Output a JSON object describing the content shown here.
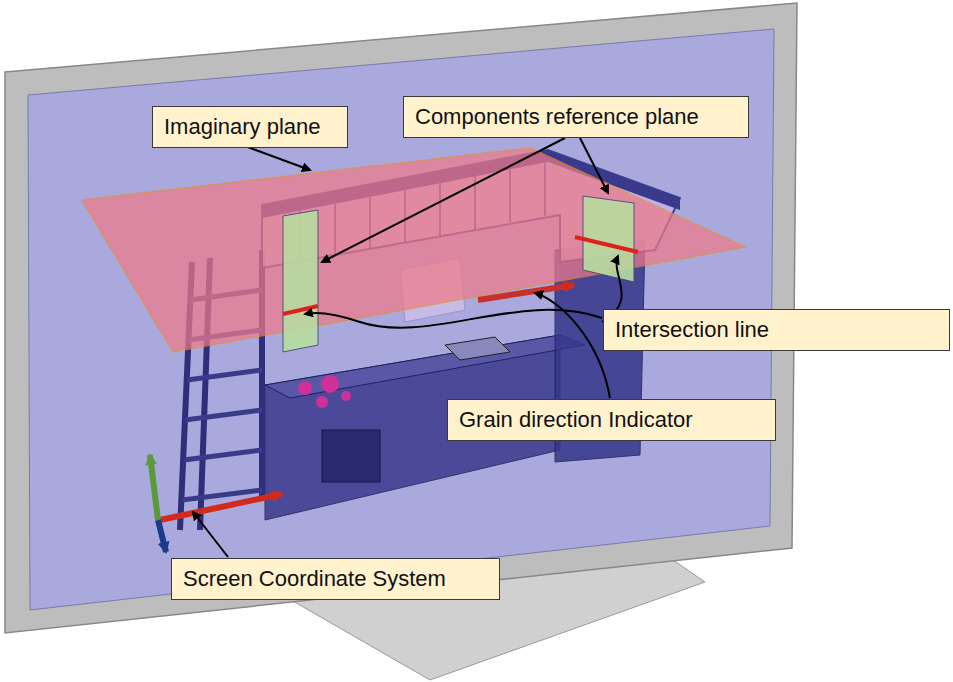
{
  "diagram": {
    "nodes": [
      {
        "text": [
          "Imaginary plane"
        ]
      },
      {
        "text": [
          "Components reference plane"
        ]
      },
      {
        "text": [
          "Intersection line"
        ]
      },
      {
        "text": [
          "Grain direction Indicator"
        ]
      },
      {
        "text": [
          "Screen Coordinate System"
        ]
      }
    ]
  }
}
